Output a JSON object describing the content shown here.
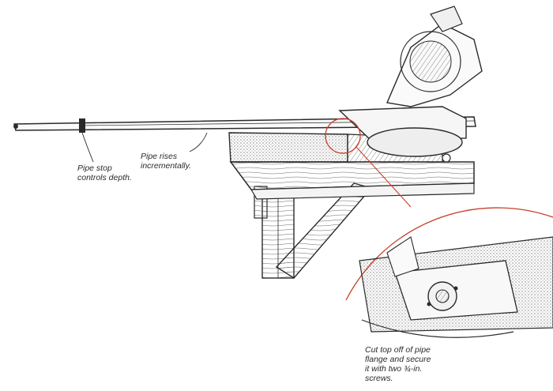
{
  "captions": {
    "pipe_stop": "Pipe stop\ncontrols depth.",
    "pipe_rises": "Pipe rises\nincrementally.",
    "flange_note": "Cut top off of pipe\nflange and secure\nit with two ¾-in.\nscrews."
  },
  "colors": {
    "ink": "#2a2a2a",
    "callout_circle": "#c8412c"
  }
}
